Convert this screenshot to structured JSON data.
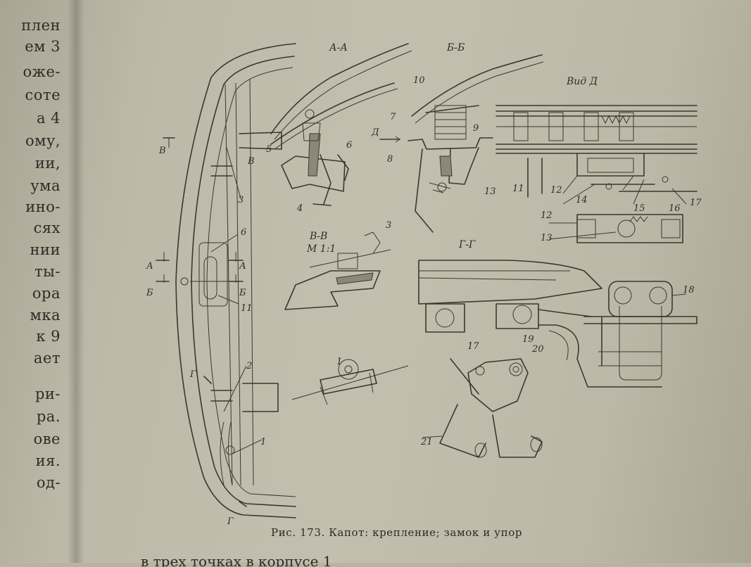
{
  "left_column_fragments": [
    "плен",
    "ем 3",
    "оже-",
    "соте",
    "а 4",
    "ому,",
    "ии,",
    "ума",
    "ино-",
    "сях",
    "нии",
    "ты-",
    "ора",
    "мка",
    "к 9",
    "ает",
    "ри-",
    "ра.",
    "ове",
    "ия.",
    "од-"
  ],
  "section_titles": {
    "aa": "А-А",
    "bb": "Б-Б",
    "vid_d": "Вид Д",
    "vv": "В-В",
    "vv_scale": "М 1:1",
    "gg": "Г-Г"
  },
  "cut_marks": {
    "v_top": "В",
    "v_mid": "В",
    "a_left": "А",
    "a_right": "А",
    "b_left": "Б",
    "b_right": "Б",
    "g_mid": "Г",
    "g_bottom": "Г",
    "d_arrow": "Д"
  },
  "part_numbers": [
    "1",
    "2",
    "3",
    "4",
    "5",
    "6",
    "7",
    "8",
    "9",
    "10",
    "11",
    "12",
    "13",
    "14",
    "15",
    "16",
    "17",
    "18",
    "19",
    "20",
    "21"
  ],
  "caption": "Рис. 173. Капот: крепление; замок и упор",
  "bottom_text_fragment": "в трех точках в корпусе 1"
}
